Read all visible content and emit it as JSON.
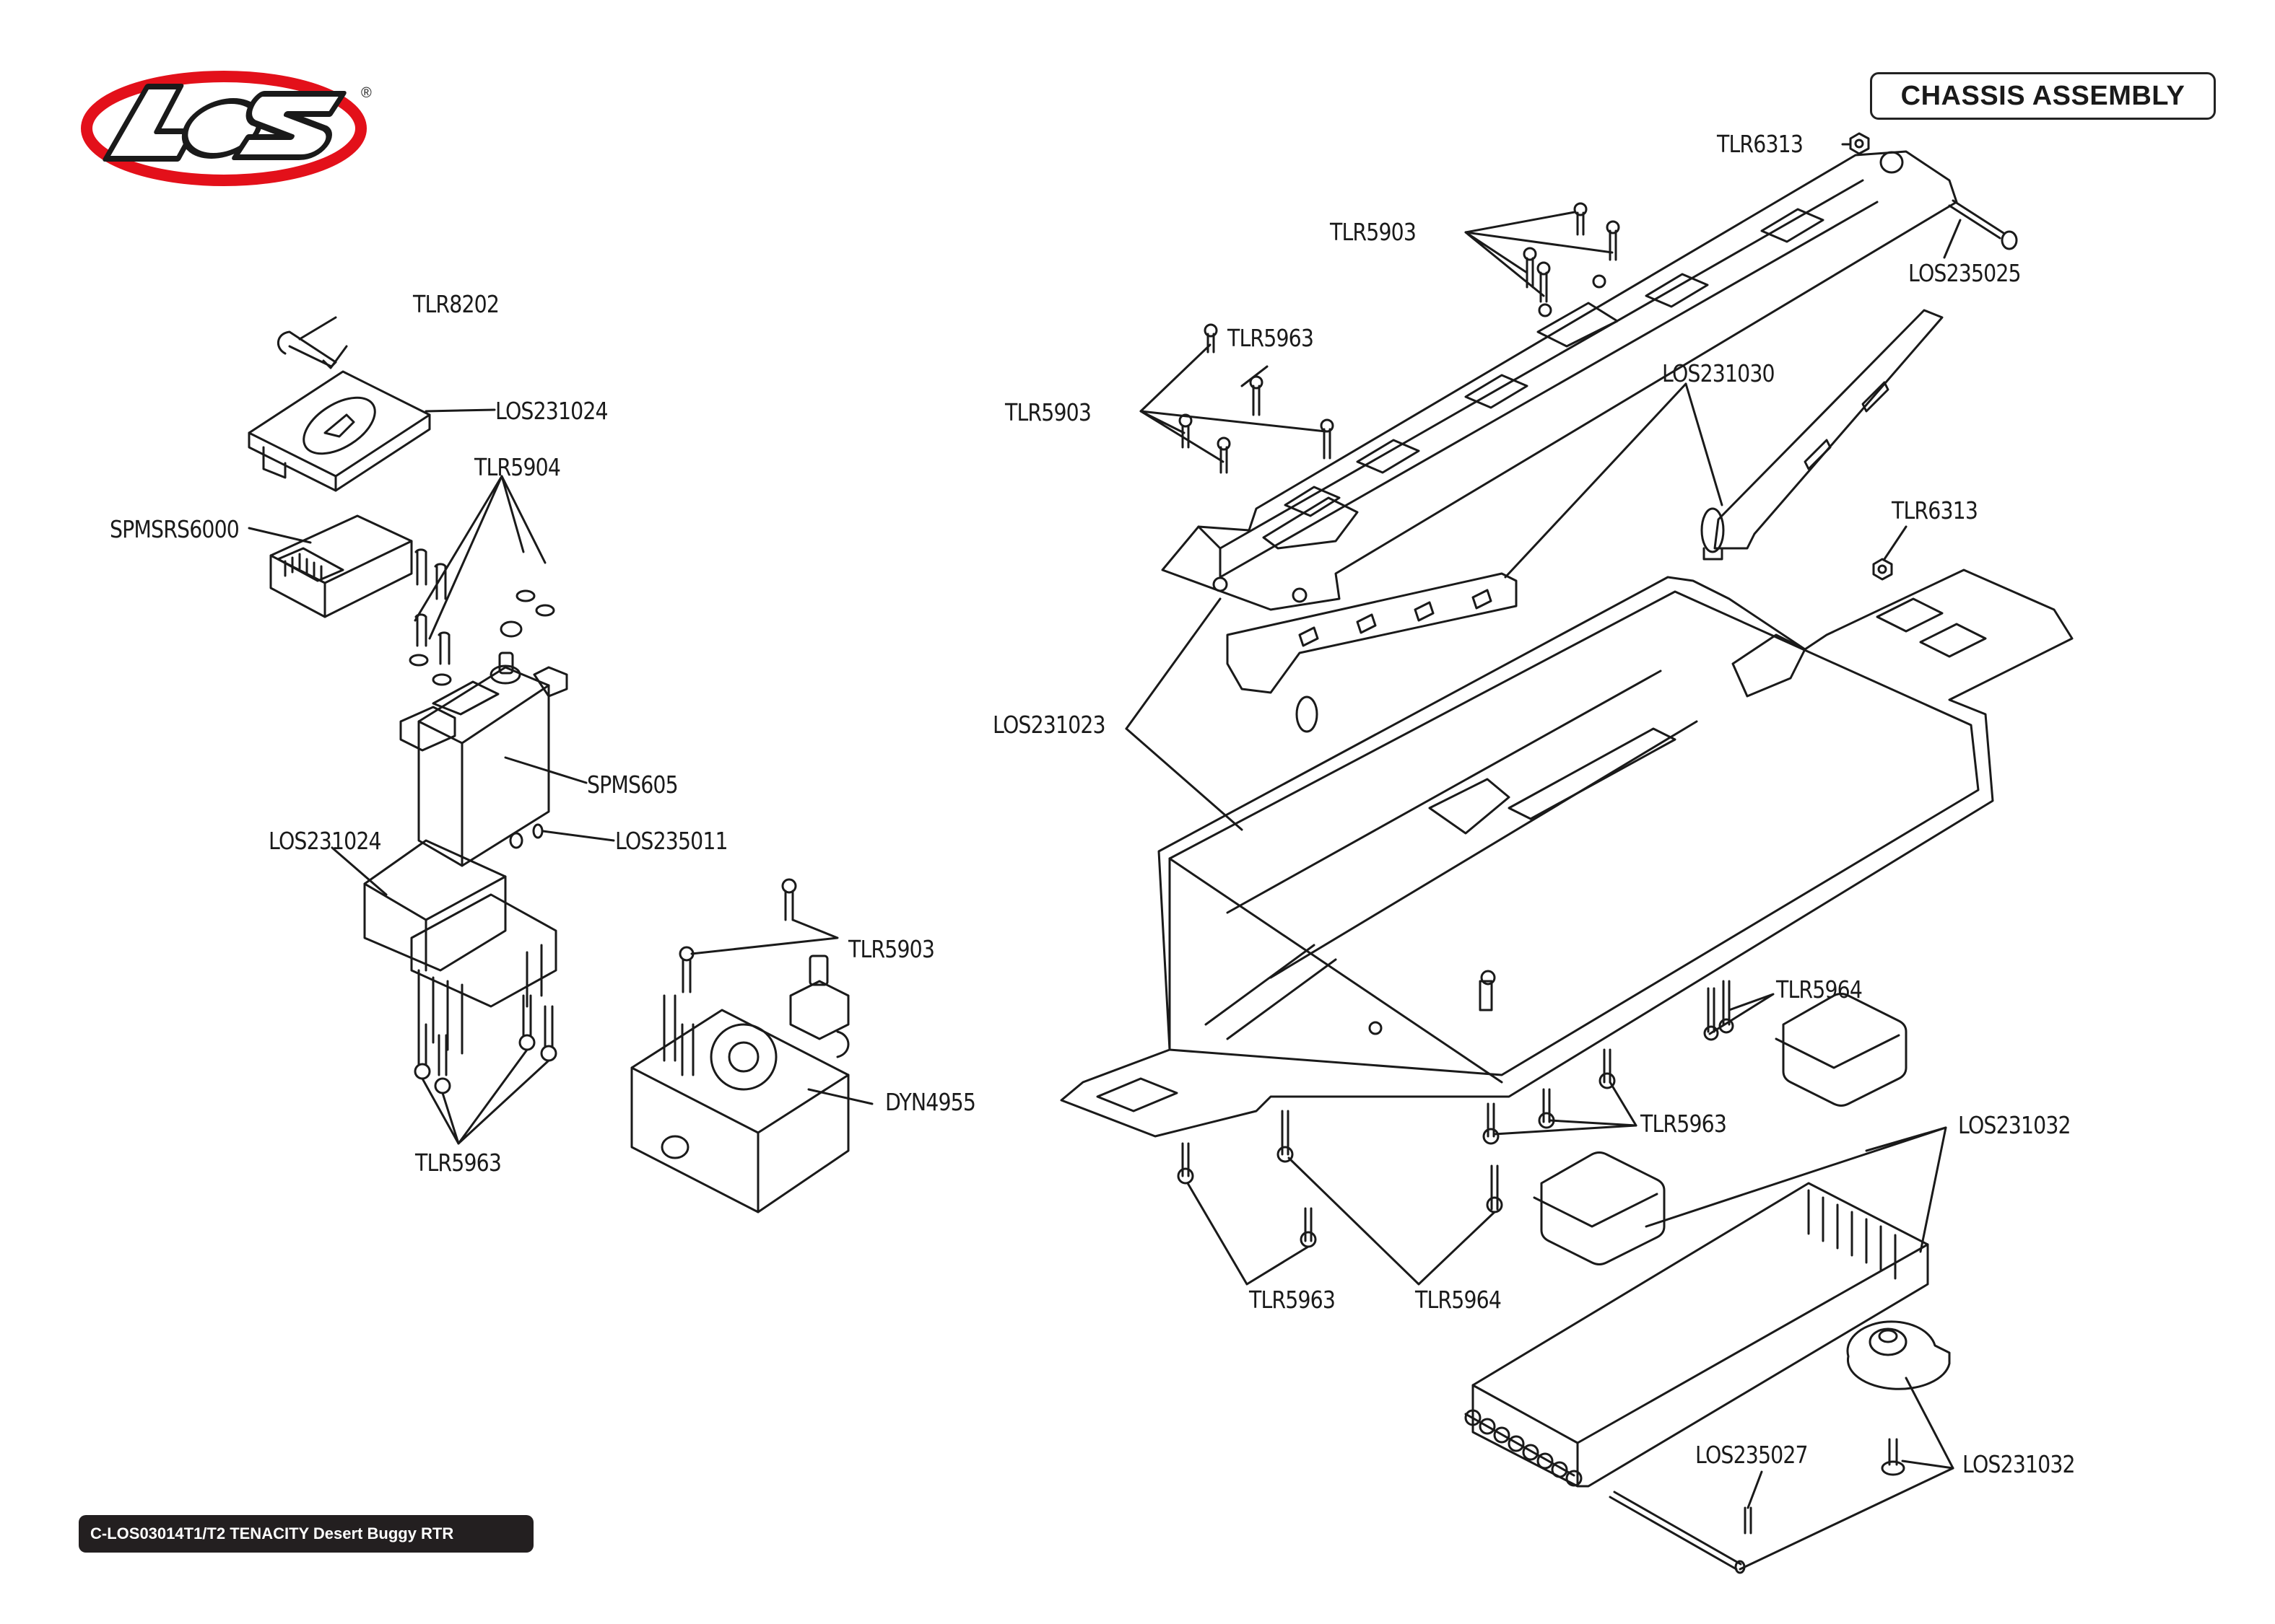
{
  "page": {
    "title": "CHASSIS ASSEMBLY",
    "footer": "C-LOS03014T1/T2 TENACITY Desert Buggy RTR",
    "brand": {
      "logo_text": "LOSI",
      "registered_mark": "®",
      "colors": {
        "ring": "#e3101a",
        "outline": "#1a1a1a",
        "fill": "#ffffff",
        "shadow": "#bdbdbd"
      }
    },
    "colors": {
      "line_art": "#1a1a1a",
      "background": "#ffffff",
      "footer_bg": "#231f20",
      "footer_text": "#ffffff"
    }
  },
  "callouts": [
    {
      "id": "tlr8202",
      "part": "TLR8202",
      "component": "body clip"
    },
    {
      "id": "los231024-lid",
      "part": "LOS231024",
      "component": "receiver box lid"
    },
    {
      "id": "tlr5904",
      "part": "TLR5904",
      "component": "servo mounting screws (4) with washers"
    },
    {
      "id": "spmsrs6000",
      "part": "SPMSRS6000",
      "component": "receiver"
    },
    {
      "id": "spms605",
      "part": "SPMS605",
      "component": "steering servo"
    },
    {
      "id": "los231024-box",
      "part": "LOS231024",
      "component": "receiver / servo box"
    },
    {
      "id": "los235011",
      "part": "LOS235011",
      "component": "small set screw"
    },
    {
      "id": "tlr5963-left",
      "part": "TLR5963",
      "component": "box mounting screws (4)"
    },
    {
      "id": "tlr5903-esc",
      "part": "TLR5903",
      "component": "ESC mounting screws (2)"
    },
    {
      "id": "dyn4955",
      "part": "DYN4955",
      "component": "ESC with fan and switch"
    },
    {
      "id": "tlr6313-top",
      "part": "TLR6313",
      "component": "lock nut"
    },
    {
      "id": "tlr5903-top",
      "part": "TLR5903",
      "component": "chassis brace screws (4)"
    },
    {
      "id": "los235025",
      "part": "LOS235025",
      "component": "long screw"
    },
    {
      "id": "tlr5963-brace",
      "part": "TLR5963",
      "component": "brace screw"
    },
    {
      "id": "tlr5903-mid",
      "part": "TLR5903",
      "component": "chassis brace screws (4)"
    },
    {
      "id": "los231030",
      "part": "LOS231030",
      "component": "chassis braces"
    },
    {
      "id": "tlr6313-right",
      "part": "TLR6313",
      "component": "lock nut"
    },
    {
      "id": "los231023",
      "part": "LOS231023",
      "component": "main chassis and top deck"
    },
    {
      "id": "tlr5964-top",
      "part": "TLR5964",
      "component": "screws (2)"
    },
    {
      "id": "tlr5963-right",
      "part": "TLR5963",
      "component": "screws (3)"
    },
    {
      "id": "los231032-foam",
      "part": "LOS231032",
      "component": "battery foam blocks and tray"
    },
    {
      "id": "tlr5963-bottom",
      "part": "TLR5963",
      "component": "screws (2)"
    },
    {
      "id": "tlr5964-bottom",
      "part": "TLR5964",
      "component": "screws (2)"
    },
    {
      "id": "los235027",
      "part": "LOS235027",
      "component": "hinge pin and set screw"
    },
    {
      "id": "los231032-latch",
      "part": "LOS231032",
      "component": "battery latch and shoulder screw"
    }
  ]
}
